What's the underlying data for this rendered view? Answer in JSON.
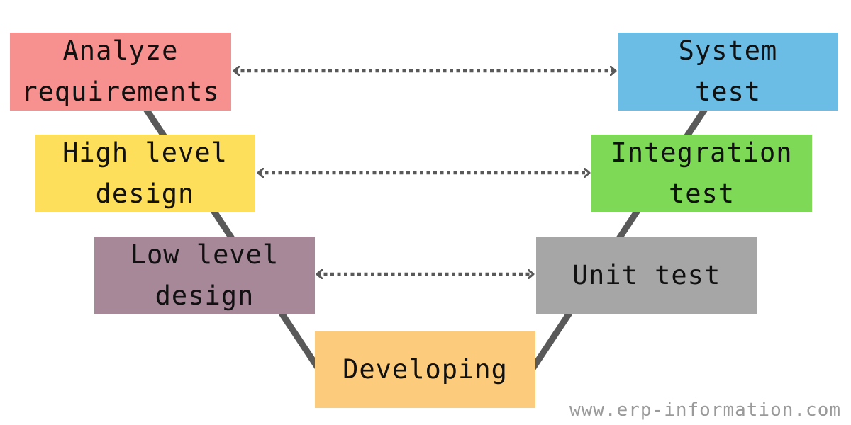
{
  "diagram": {
    "stages": {
      "analyze": {
        "label": "Analyze\nrequirements",
        "color": "#f7918f"
      },
      "high": {
        "label": "High level\ndesign",
        "color": "#fedf5b"
      },
      "low": {
        "label": "Low level\ndesign",
        "color": "#a78899"
      },
      "dev": {
        "label": "Developing",
        "color": "#fccc7c"
      },
      "unit": {
        "label": "Unit test",
        "color": "#a6a6a6"
      },
      "integration": {
        "label": "Integration\ntest",
        "color": "#7ed957"
      },
      "system": {
        "label": "System\ntest",
        "color": "#6cbde6"
      }
    },
    "colors": {
      "connector": "#595959",
      "arrow": "#595959"
    }
  },
  "watermark": "www.erp-information.com"
}
